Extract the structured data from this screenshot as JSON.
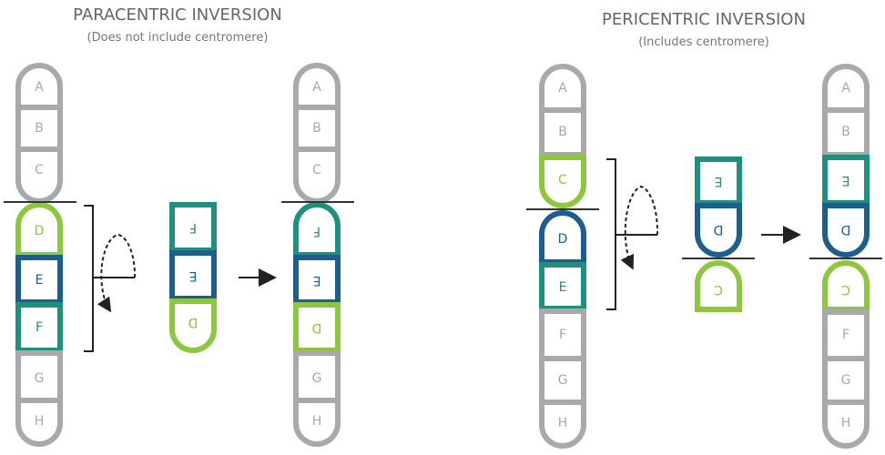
{
  "left": {
    "title": "PARACENTRIC INVERSION",
    "subtitle": "(Does not include centromere)"
  },
  "right": {
    "title": "PERICENTRIC INVERSION",
    "subtitle": "(Includes centromere)"
  },
  "labels": {
    "A": "A",
    "B": "B",
    "C": "C",
    "D": "D",
    "E": "E",
    "F": "F",
    "G": "G",
    "H": "H"
  },
  "colors": {
    "gray": "#a7a9ab",
    "gray_text": "#a7a9ab",
    "light_green": "#8dc63f",
    "teal": "#1f8f7f",
    "blue": "#1b5e8f",
    "line": "#333333"
  }
}
